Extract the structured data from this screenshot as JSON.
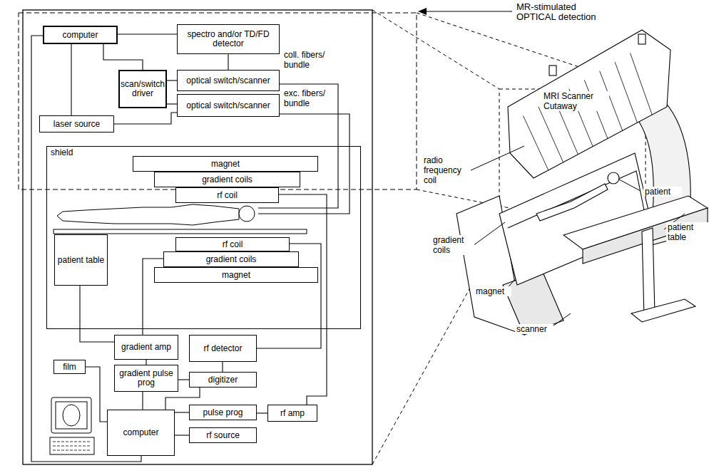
{
  "diagram": {
    "nodes": [
      {
        "text": [
          "computer"
        ]
      },
      {
        "text": [
          "spectro and/or TD/FD detector"
        ]
      },
      {
        "text": [
          "scan/switch driver"
        ]
      },
      {
        "text": [
          "optical switch/scanner"
        ]
      },
      {
        "text": [
          "optical switch/scanner"
        ]
      },
      {
        "text": [
          "laser source"
        ]
      },
      {
        "text": [
          "shield"
        ]
      },
      {
        "text": [
          "magnet"
        ],
        "in": 6
      },
      {
        "text": [
          "gradient coils"
        ],
        "in": 6
      },
      {
        "text": [
          "rf coil"
        ],
        "in": 6
      },
      {
        "text": [
          "patient table"
        ],
        "in": 6
      },
      {
        "text": [
          "rf coil"
        ],
        "in": 6
      },
      {
        "text": [
          "gradient coils"
        ],
        "in": 6
      },
      {
        "text": [
          "magnet"
        ],
        "in": 6
      },
      {
        "text": [
          "gradient amp"
        ]
      },
      {
        "text": [
          "gradient pulse prog"
        ]
      },
      {
        "text": [
          "rf detector"
        ]
      },
      {
        "text": [
          "digitizer"
        ]
      },
      {
        "text": [
          "film"
        ]
      },
      {
        "text": [
          "computer"
        ]
      },
      {
        "text": [
          "pulse prog"
        ]
      },
      {
        "text": [
          "rf amp"
        ]
      },
      {
        "text": [
          "rf source"
        ]
      }
    ],
    "edges": [
      {
        "from": 0,
        "to": 1,
        "arrow": "none"
      },
      {
        "from": 0,
        "to": 2,
        "arrow": "none"
      },
      {
        "from": 0,
        "to": 5,
        "arrow": "none"
      },
      {
        "from": 0,
        "to": 19,
        "arrow": "none"
      },
      {
        "from": 2,
        "to": 3,
        "arrow": "none"
      },
      {
        "from": 2,
        "to": 4,
        "arrow": "none"
      },
      {
        "from": 5,
        "to": 4,
        "arrow": "none"
      },
      {
        "from": 1,
        "to": 3,
        "arrow": "none"
      },
      {
        "from": 9,
        "to": 21,
        "arrow": "none"
      },
      {
        "from": 11,
        "to": 16,
        "arrow": "none"
      },
      {
        "from": 12,
        "to": 14,
        "arrow": "none"
      },
      {
        "from": 10,
        "to": 14,
        "arrow": "none"
      },
      {
        "from": 14,
        "to": 15,
        "arrow": "none"
      },
      {
        "from": 15,
        "to": 19,
        "arrow": "none"
      },
      {
        "from": 16,
        "to": 17,
        "arrow": "none"
      },
      {
        "from": 17,
        "to": 15,
        "arrow": "none"
      },
      {
        "from": 17,
        "to": 19,
        "arrow": "none"
      },
      {
        "from": 18,
        "to": 19,
        "arrow": "none"
      },
      {
        "from": 20,
        "to": 19,
        "arrow": "none"
      },
      {
        "from": 20,
        "to": 21,
        "arrow": "none"
      },
      {
        "from": 22,
        "to": 19,
        "arrow": "none"
      }
    ],
    "labels": [
      "MR-stimulated OPTICAL detection",
      "coll. fibers/ bundle",
      "exc. fibers/ bundle",
      "MRI Scanner Cutaway",
      "radio frequency coil",
      "patient",
      "patient table",
      "gradient coils",
      "magnet",
      "scanner"
    ]
  }
}
